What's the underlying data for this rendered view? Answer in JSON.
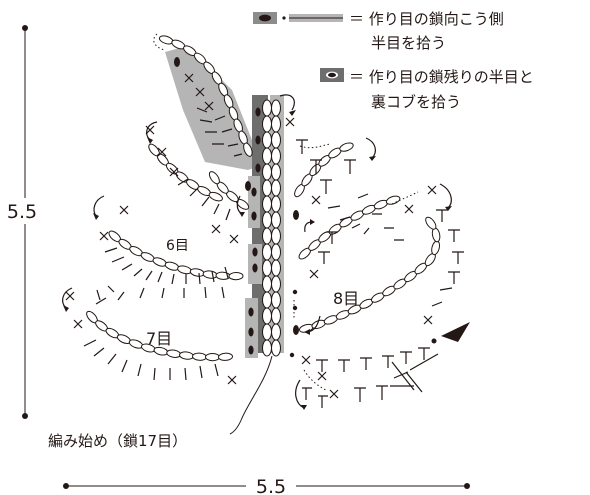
{
  "legend": {
    "item1": "＝ 作り目の鎖向こう側",
    "item1_cont": "半目を拾う",
    "item2": "＝ 作り目の鎖残りの半目と",
    "item2_cont": "裏コブを拾う"
  },
  "labels": {
    "row6": "6目",
    "row7": "7目",
    "row8": "8目",
    "start": "編み始め（鎖17目）"
  },
  "dimensions": {
    "height": "5.5",
    "width": "5.5"
  },
  "colors": {
    "ink": "#231815",
    "band_fill": "#b5b5b5",
    "dark_band": "#6e6e6e",
    "legend_box": "#8c8c8c"
  }
}
